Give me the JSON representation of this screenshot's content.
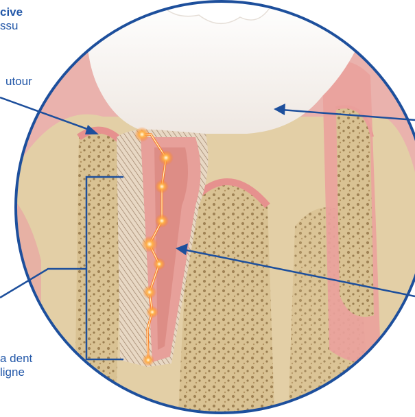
{
  "labels": {
    "top_left_bold": "cive",
    "top_left_line2": "ssu",
    "mid_left": "utour",
    "bottom_left_line1": "a dent",
    "bottom_left_line2": "ligne"
  },
  "colors": {
    "accent": "#2257a8",
    "ring": "#1d4f9c",
    "bone": "#dcc8a0",
    "gum": "#e9a7a4",
    "tooth": "#f7f2ee",
    "glow": "#ff8a2a"
  }
}
